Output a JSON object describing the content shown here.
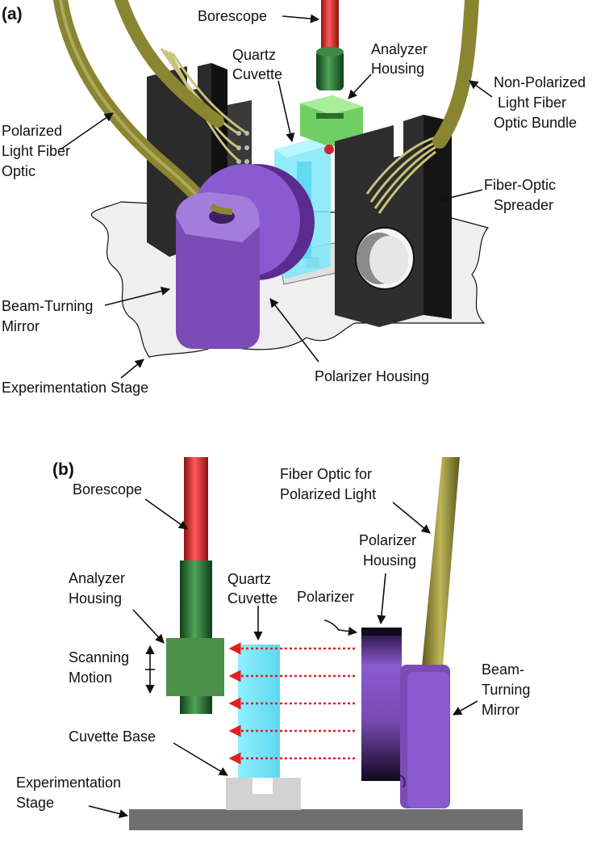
{
  "panel_a": {
    "label": "(a)",
    "labels": {
      "borescope": "Borescope",
      "quartz_cuvette": [
        "Quartz",
        "Cuvette"
      ],
      "analyzer_housing": [
        "Analyzer",
        "Housing"
      ],
      "non_polarized_bundle": [
        "Non-Polarized",
        "Light Fiber",
        "Optic Bundle"
      ],
      "polarized_fiber": [
        "Polarized",
        "Light Fiber",
        "Optic"
      ],
      "fiber_optic_spreader": [
        "Fiber-Optic",
        "Spreader"
      ],
      "beam_turning_mirror": [
        "Beam-Turning",
        "Mirror"
      ],
      "experimentation_stage": "Experimentation Stage",
      "polarizer_housing": "Polarizer Housing"
    }
  },
  "panel_b": {
    "label": "(b)",
    "labels": {
      "borescope": "Borescope",
      "fiber_optic_polarized": [
        "Fiber Optic for",
        "Polarized Light"
      ],
      "polarizer_housing": [
        "Polarizer",
        "Housing"
      ],
      "quartz_cuvette": [
        "Quartz",
        "Cuvette"
      ],
      "analyzer_housing": [
        "Analyzer",
        "Housing"
      ],
      "polarizer": "Polarizer",
      "scanning_motion": [
        "Scanning",
        "Motion"
      ],
      "beam_turning_mirror": [
        "Beam-",
        "Turning",
        "Mirror"
      ],
      "cuvette_base": "Cuvette Base",
      "experimentation_stage": [
        "Experimentation",
        "Stage"
      ]
    }
  },
  "colors": {
    "borescope": "#d2232a",
    "analyzer_dark": "#1e6b2c",
    "analyzer_light": "#7ed36c",
    "analyzer_b": "#4e8f4a",
    "cuvette": "#6fe3f5",
    "polarizer_purple": "#7a4bb2",
    "fiber": "#8a8530",
    "spreader": "#2c2c2c",
    "stage_gray": "#6f6f6f",
    "light_ray": "#e02020"
  }
}
